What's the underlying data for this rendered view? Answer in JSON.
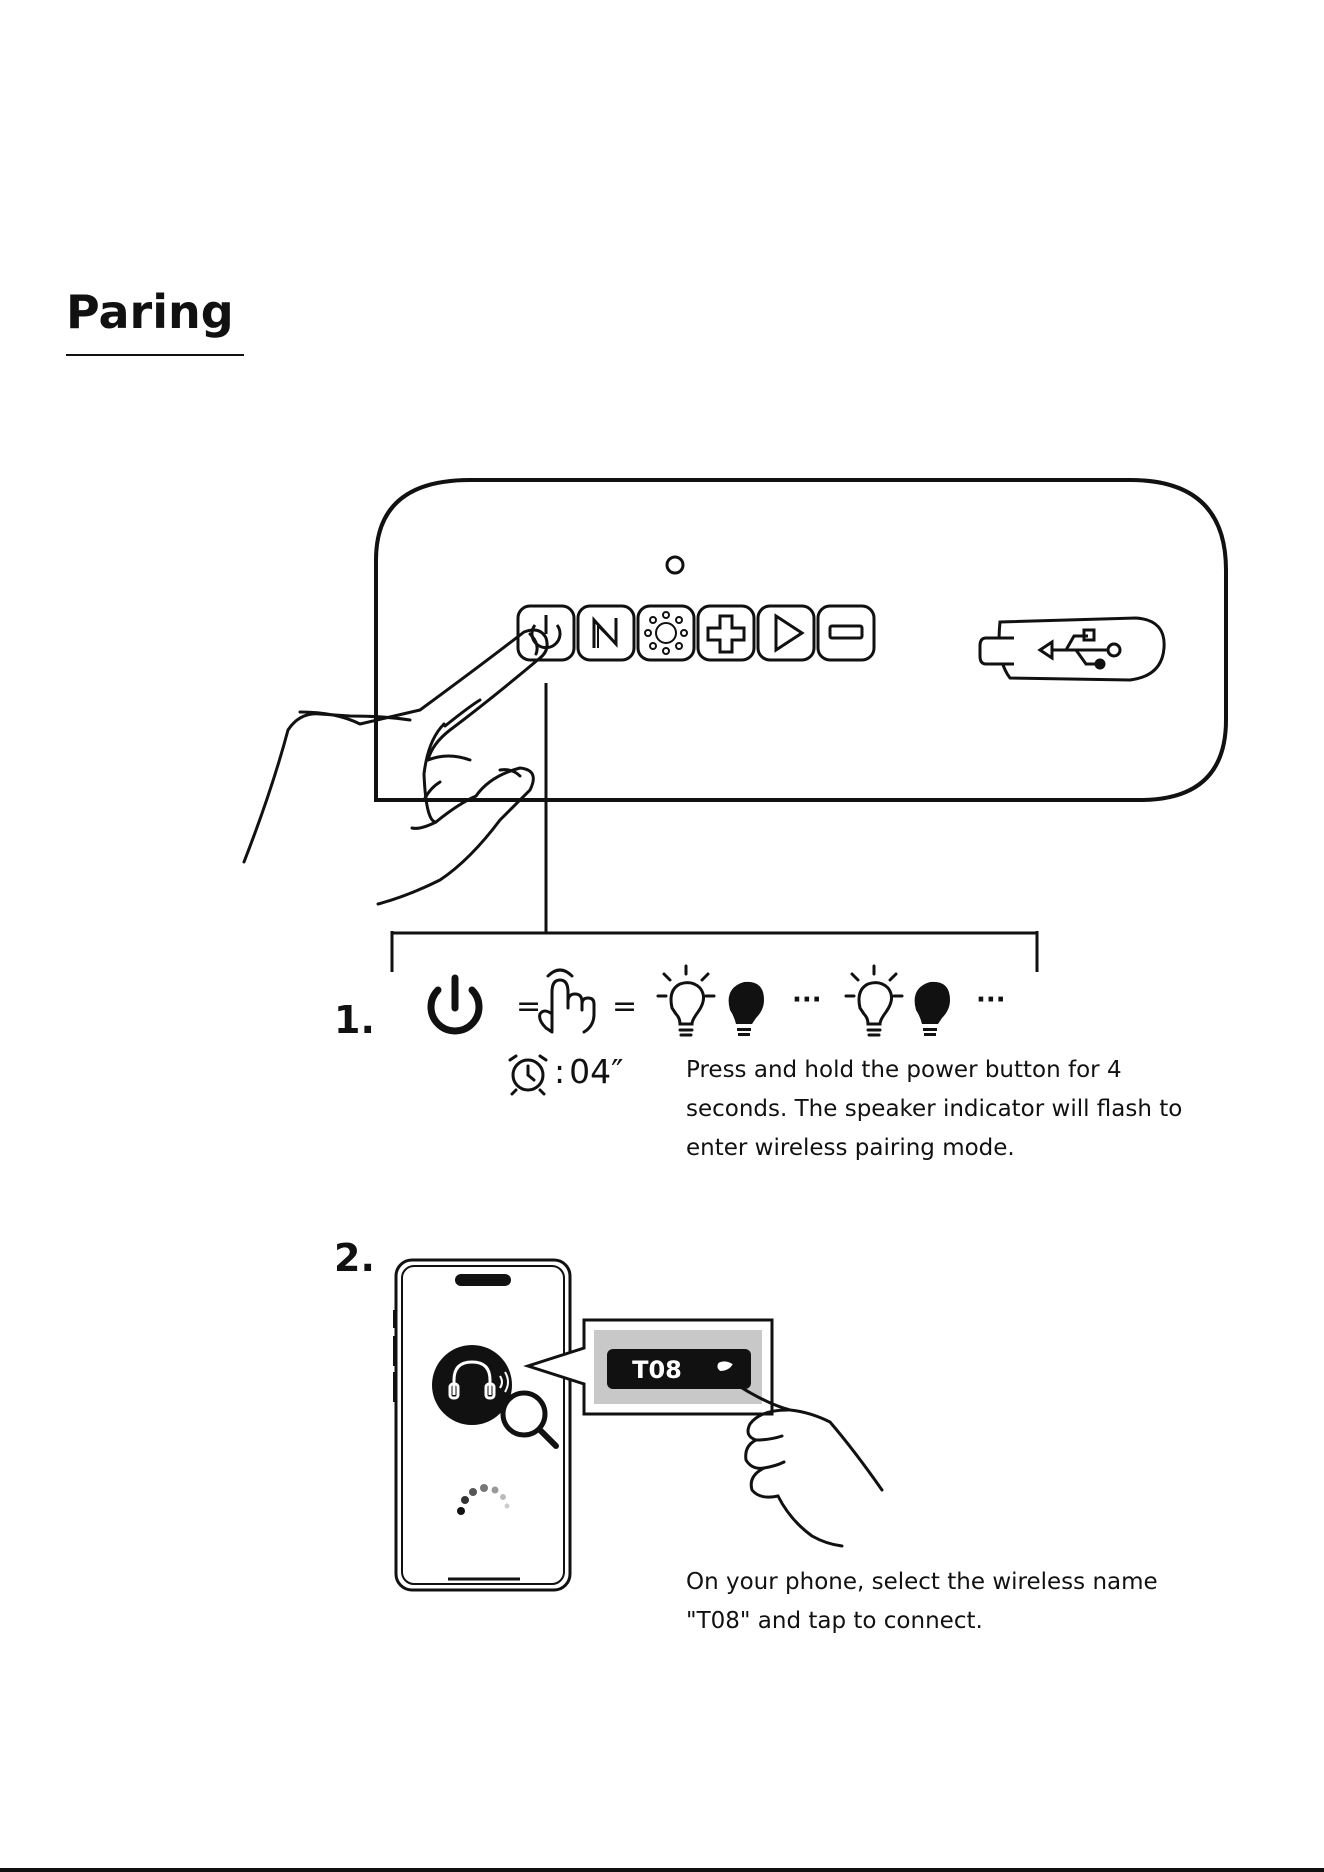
{
  "page": {
    "title": "Paring"
  },
  "speaker": {
    "buttons": [
      "power-icon",
      "n-mode-icon",
      "light-icon",
      "plus-icon",
      "play-icon",
      "minus-icon"
    ],
    "port": "usb-icon"
  },
  "step1": {
    "number": "1.",
    "equals": "=",
    "ellipsis": "···",
    "timer": "04″",
    "timer_colon": ":",
    "description": "Press and hold the power button for 4 seconds. The speaker indicator will flash to enter wireless pairing mode."
  },
  "step2": {
    "number": "2.",
    "device_name": "T08",
    "description": "On your phone, select the wireless name \"T08\" and tap to connect."
  },
  "colors": {
    "ink": "#111111",
    "gray_panel": "#c8c8c8"
  }
}
